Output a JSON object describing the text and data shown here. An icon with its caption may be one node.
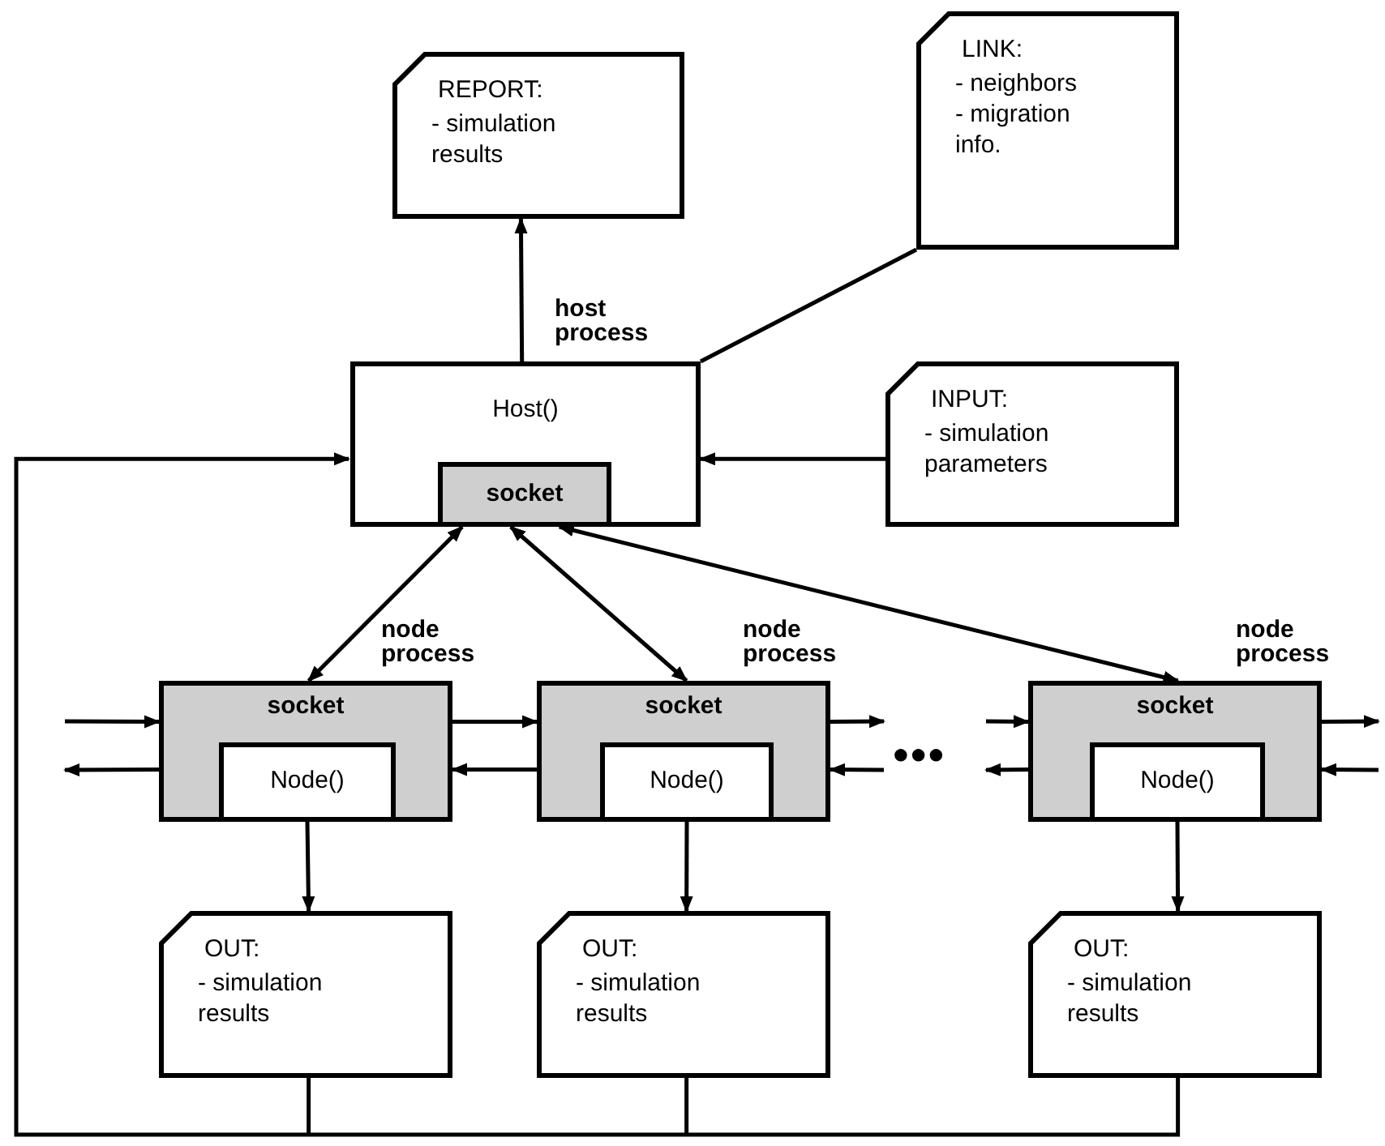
{
  "diagram": {
    "nodes": [
      {
        "text": [
          "REPORT:",
          "- simulation results"
        ]
      },
      {
        "text": [
          "LINK:",
          "- neighbors - migration info."
        ]
      },
      {
        "text": [
          "Host()"
        ],
        "beside": [
          "host process"
        ]
      },
      {
        "text": [
          "socket"
        ],
        "in": 2
      },
      {
        "text": [
          "INPUT:",
          "- simulation parameters"
        ]
      },
      {
        "text": [
          "socket"
        ],
        "beside": [
          "node process"
        ]
      },
      {
        "text": [
          "Node()"
        ],
        "in": 5
      },
      {
        "text": [
          "socket"
        ],
        "beside": [
          "node process"
        ]
      },
      {
        "text": [
          "Node()"
        ],
        "in": 7
      },
      {
        "text": [
          "socket"
        ],
        "beside": [
          "node process"
        ]
      },
      {
        "text": [
          "Node()"
        ],
        "in": 9
      },
      {
        "text": [
          "OUT:",
          "- simulation results"
        ]
      },
      {
        "text": [
          "OUT:",
          "- simulation results"
        ]
      },
      {
        "text": [
          "OUT:",
          "- simulation results"
        ]
      }
    ],
    "edges": [
      {
        "from": 2,
        "to": 0,
        "arrow": "to"
      },
      {
        "from": 1,
        "to": 2,
        "arrow": "none"
      },
      {
        "from": 4,
        "to": 2,
        "arrow": "to"
      },
      {
        "from": 3,
        "to": 5,
        "arrow": "both"
      },
      {
        "from": 3,
        "to": 7,
        "arrow": "both"
      },
      {
        "from": 3,
        "to": 9,
        "arrow": "both"
      },
      {
        "from": null,
        "to": 5,
        "arrow": "to"
      },
      {
        "from": 5,
        "to": null,
        "arrow": "to"
      },
      {
        "from": 5,
        "to": 7,
        "arrow": "to"
      },
      {
        "from": 7,
        "to": 5,
        "arrow": "to"
      },
      {
        "from": 7,
        "to": null,
        "arrow": "to"
      },
      {
        "from": null,
        "to": 7,
        "arrow": "to"
      },
      {
        "from": null,
        "to": 9,
        "arrow": "to"
      },
      {
        "from": 9,
        "to": null,
        "arrow": "to"
      },
      {
        "from": 9,
        "to": null,
        "arrow": "to"
      },
      {
        "from": null,
        "to": 9,
        "arrow": "to"
      },
      {
        "from": 6,
        "to": 11,
        "arrow": "to"
      },
      {
        "from": 8,
        "to": 12,
        "arrow": "to"
      },
      {
        "from": 10,
        "to": 13,
        "arrow": "to"
      },
      {
        "from": 11,
        "to": 2,
        "arrow": "to"
      },
      {
        "from": 12,
        "to": 2,
        "arrow": "to"
      },
      {
        "from": 13,
        "to": 2,
        "arrow": "to"
      }
    ],
    "labels": [
      "●●●"
    ]
  }
}
